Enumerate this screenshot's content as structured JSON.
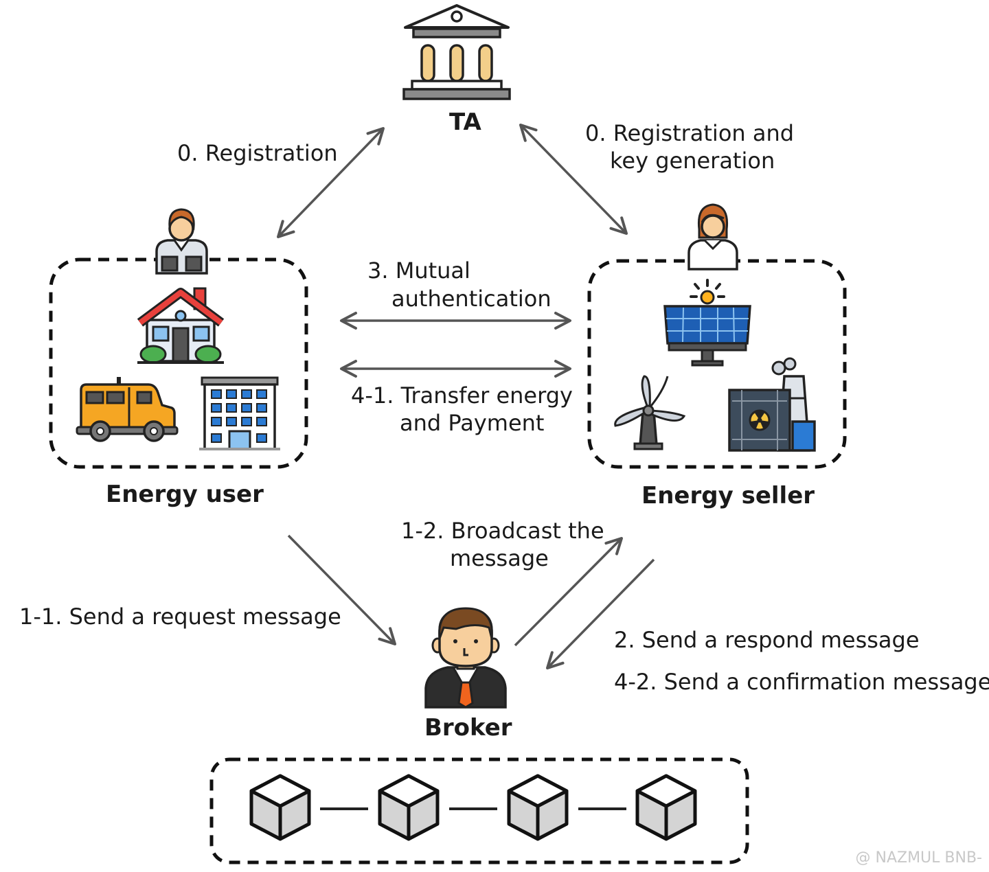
{
  "nodes": {
    "ta": "TA",
    "energy_user": "Energy user",
    "energy_seller": "Energy seller",
    "broker": "Broker"
  },
  "edges": {
    "registration": "0. Registration",
    "registration_key_line1": "0. Registration and",
    "registration_key_line2": "key generation",
    "mutual_line1": "3. Mutual",
    "mutual_line2": "authentication",
    "transfer_line1": "4-1. Transfer energy",
    "transfer_line2": "and Payment",
    "broadcast_line1": "1-2. Broadcast the",
    "broadcast_line2": "message",
    "send_request": "1-1. Send a request message",
    "send_respond": "2. Send a respond message",
    "send_confirmation": "4-2. Send a confirmation message"
  },
  "watermark": "@ NAZMUL BNB-",
  "colors": {
    "arrow": "#555555",
    "dashed_border": "#111111",
    "bus_orange": "#f5a623",
    "house_roof": "#e8413c",
    "building_blue": "#2b7bd4",
    "solar_panel": "#1e5fb4",
    "block_fill": "#d4d4d4"
  }
}
